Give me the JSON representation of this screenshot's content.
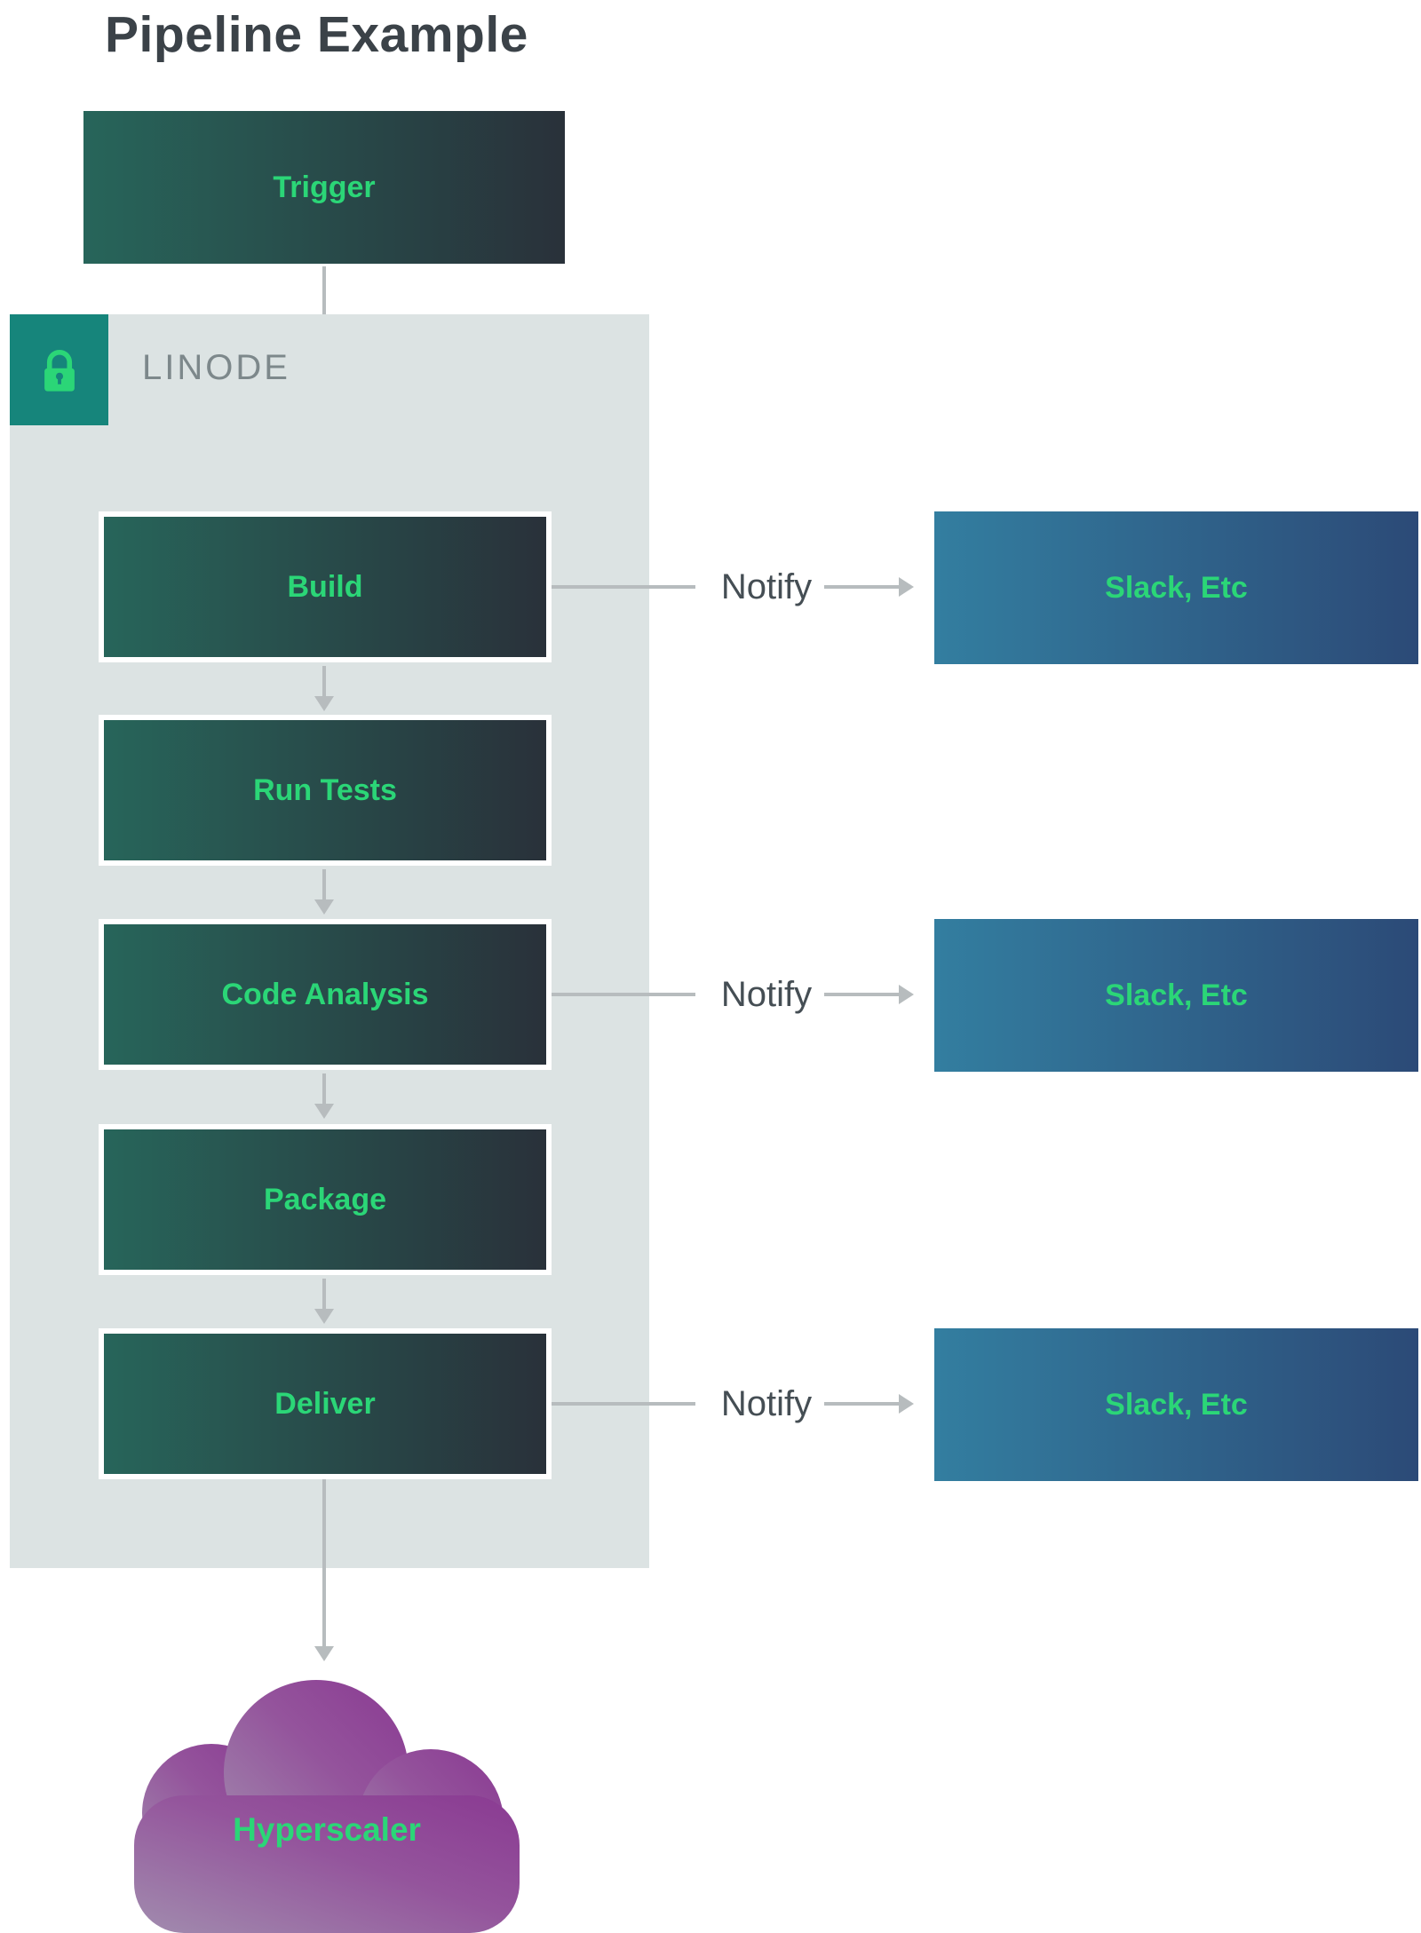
{
  "title": "Pipeline Example",
  "trigger": {
    "label": "Trigger"
  },
  "linode": {
    "label": "LINODE"
  },
  "stages": [
    {
      "label": "Build"
    },
    {
      "label": "Run Tests"
    },
    {
      "label": "Code Analysis"
    },
    {
      "label": "Package"
    },
    {
      "label": "Deliver"
    }
  ],
  "notify": {
    "label": "Notify"
  },
  "slack": {
    "label": "Slack, Etc"
  },
  "cloud": {
    "label": "Hyperscaler"
  },
  "colors": {
    "accent_green": "#2bd677",
    "stage_gradient_left": "#27655a",
    "stage_gradient_right": "#29313a",
    "slack_gradient_left": "#337ea0",
    "slack_gradient_right": "#2c4a77",
    "linode_bg": "#dce3e3",
    "lock_badge_bg": "#16857b",
    "cloud_gradient_from": "#a18cae",
    "cloud_gradient_to": "#8a3a92",
    "arrow_gray": "#b7bcbe",
    "title_color": "#3b4248"
  }
}
